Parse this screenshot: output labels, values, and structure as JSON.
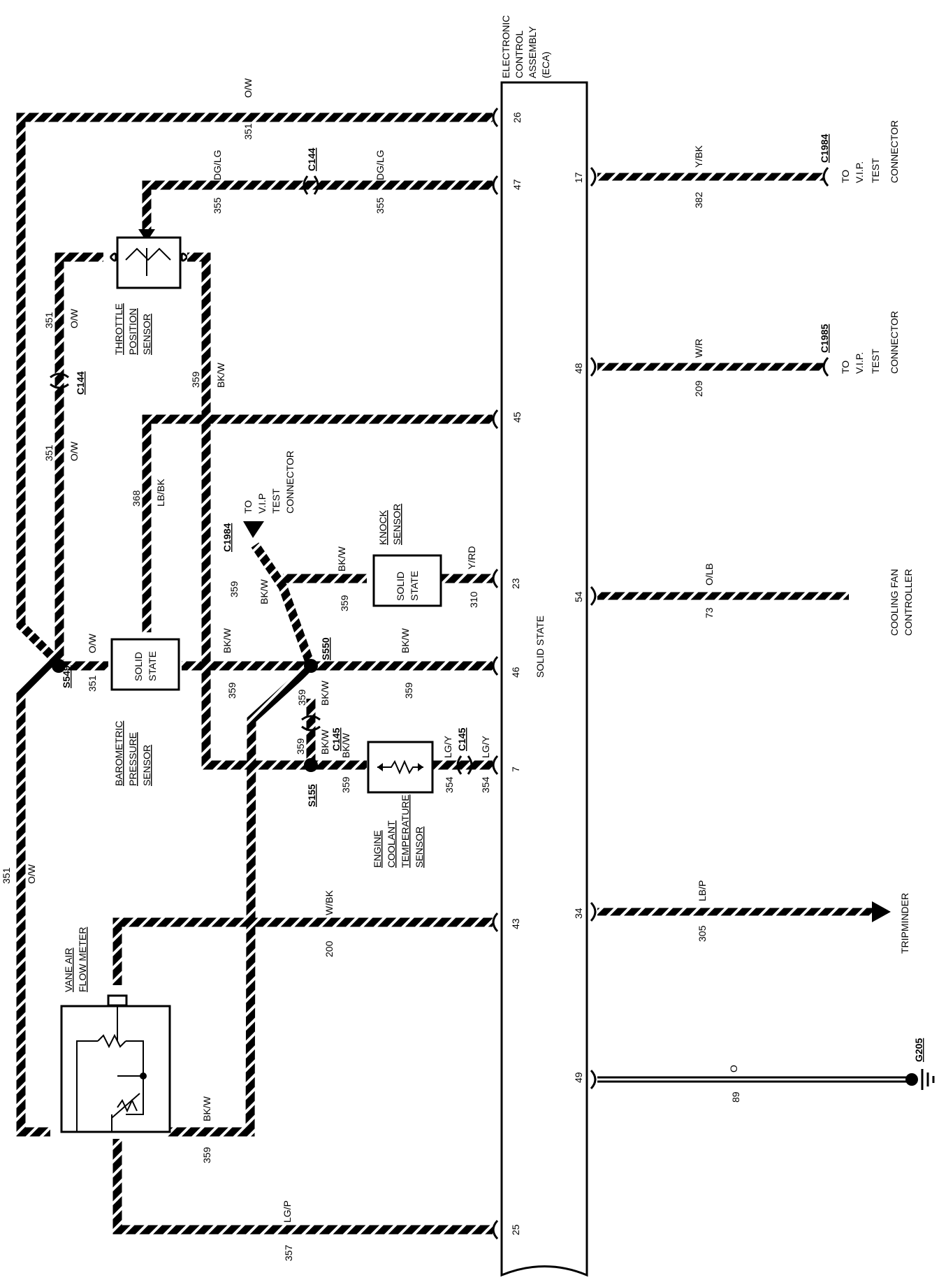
{
  "eca": {
    "title_lines": [
      "ELECTRONIC",
      "CONTROL",
      "ASSEMBLY",
      "(ECA)"
    ],
    "solid_state": "SOLID STATE"
  },
  "pins": {
    "p26": "26",
    "p47": "47",
    "p45": "45",
    "p23": "23",
    "p46": "46",
    "p7": "7",
    "p43": "43",
    "p25": "25",
    "p17": "17",
    "p48": "48",
    "p54": "54",
    "p34": "34",
    "p49": "49"
  },
  "wires": {
    "w351": "351",
    "ow": "O/W",
    "w355": "355",
    "dglg": "DG/LG",
    "w359": "359",
    "bkw": "BK/W",
    "w368": "368",
    "lbbk": "LB/BK",
    "w310": "310",
    "yrd": "Y/RD",
    "w354": "354",
    "lgy": "LG/Y",
    "w200": "200",
    "wbk": "W/BK",
    "w357": "357",
    "lgp": "LG/P",
    "w382": "382",
    "ybk": "Y/BK",
    "w209": "209",
    "wr": "W/R",
    "w73": "73",
    "olb": "O/LB",
    "w305": "305",
    "lbp": "LB/P",
    "w89": "89",
    "o": "O"
  },
  "connectors": {
    "c144": "C144",
    "c145": "C145",
    "c1984": "C1984",
    "c1985": "C1985",
    "s549": "S549",
    "s550": "S550",
    "s155": "S155",
    "g205": "G205"
  },
  "components": {
    "tps_lines": [
      "THROTTLE",
      "POSITION",
      "SENSOR"
    ],
    "baro_lines": [
      "BAROMETRIC",
      "PRESSURE",
      "SENSOR"
    ],
    "knock_lines": [
      "KNOCK",
      "SENSOR"
    ],
    "ect_lines": [
      "ENGINE",
      "COOLANT",
      "TEMPERATURE",
      "SENSOR"
    ],
    "vaf_lines": [
      "VANE AIR",
      "FLOW METER"
    ],
    "solid": "SOLID",
    "state": "STATE",
    "vip_to": "TO",
    "vip_lines": [
      "V.I.P.",
      "TEST",
      "CONNECTOR"
    ],
    "vip_mid_lines": [
      "V.I.P",
      "TEST",
      "CONNECTOR"
    ],
    "cooling_fan_lines": [
      "COOLING FAN",
      "CONTROLLER"
    ],
    "tripminder": "TRIPMINDER"
  }
}
